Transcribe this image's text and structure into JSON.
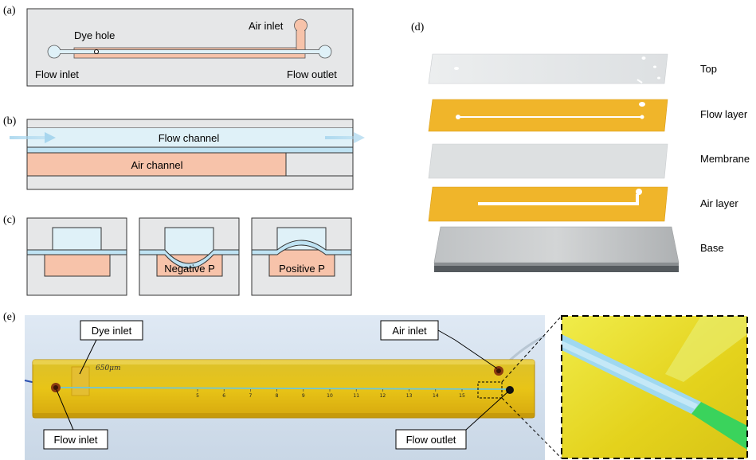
{
  "panels": {
    "a": {
      "label": "(a)",
      "dye_hole": "Dye hole",
      "air_inlet": "Air inlet",
      "flow_inlet": "Flow inlet",
      "flow_outlet": "Flow outlet"
    },
    "b": {
      "label": "(b)",
      "flow_channel": "Flow channel",
      "air_channel": "Air channel"
    },
    "c": {
      "label": "(c)",
      "negative": "Negative P",
      "positive": "Positive P"
    },
    "d": {
      "label": "(d)",
      "layers": [
        "Top",
        "Flow layer",
        "Membrane",
        "Air layer",
        "Base"
      ]
    },
    "e": {
      "label": "(e)",
      "dye_inlet": "Dye inlet",
      "air_inlet": "Air inlet",
      "flow_inlet": "Flow inlet",
      "flow_outlet": "Flow outlet",
      "handwriting": "650μm",
      "ruler_ticks": [
        "5",
        "6",
        "7",
        "8",
        "9",
        "10",
        "11",
        "12",
        "13",
        "14",
        "15"
      ]
    }
  },
  "colors": {
    "device_grey": "#e6e7e8",
    "air_pink": "#f7c3aa",
    "flow_blue": "#dff1f8",
    "membrane_blue": "#bfe3f3",
    "arrow_blue": "#a8d6ee",
    "film_yellow": "#f0b52a",
    "chip_yellow": "#e9c21a",
    "dye_green": "#33d05a"
  }
}
